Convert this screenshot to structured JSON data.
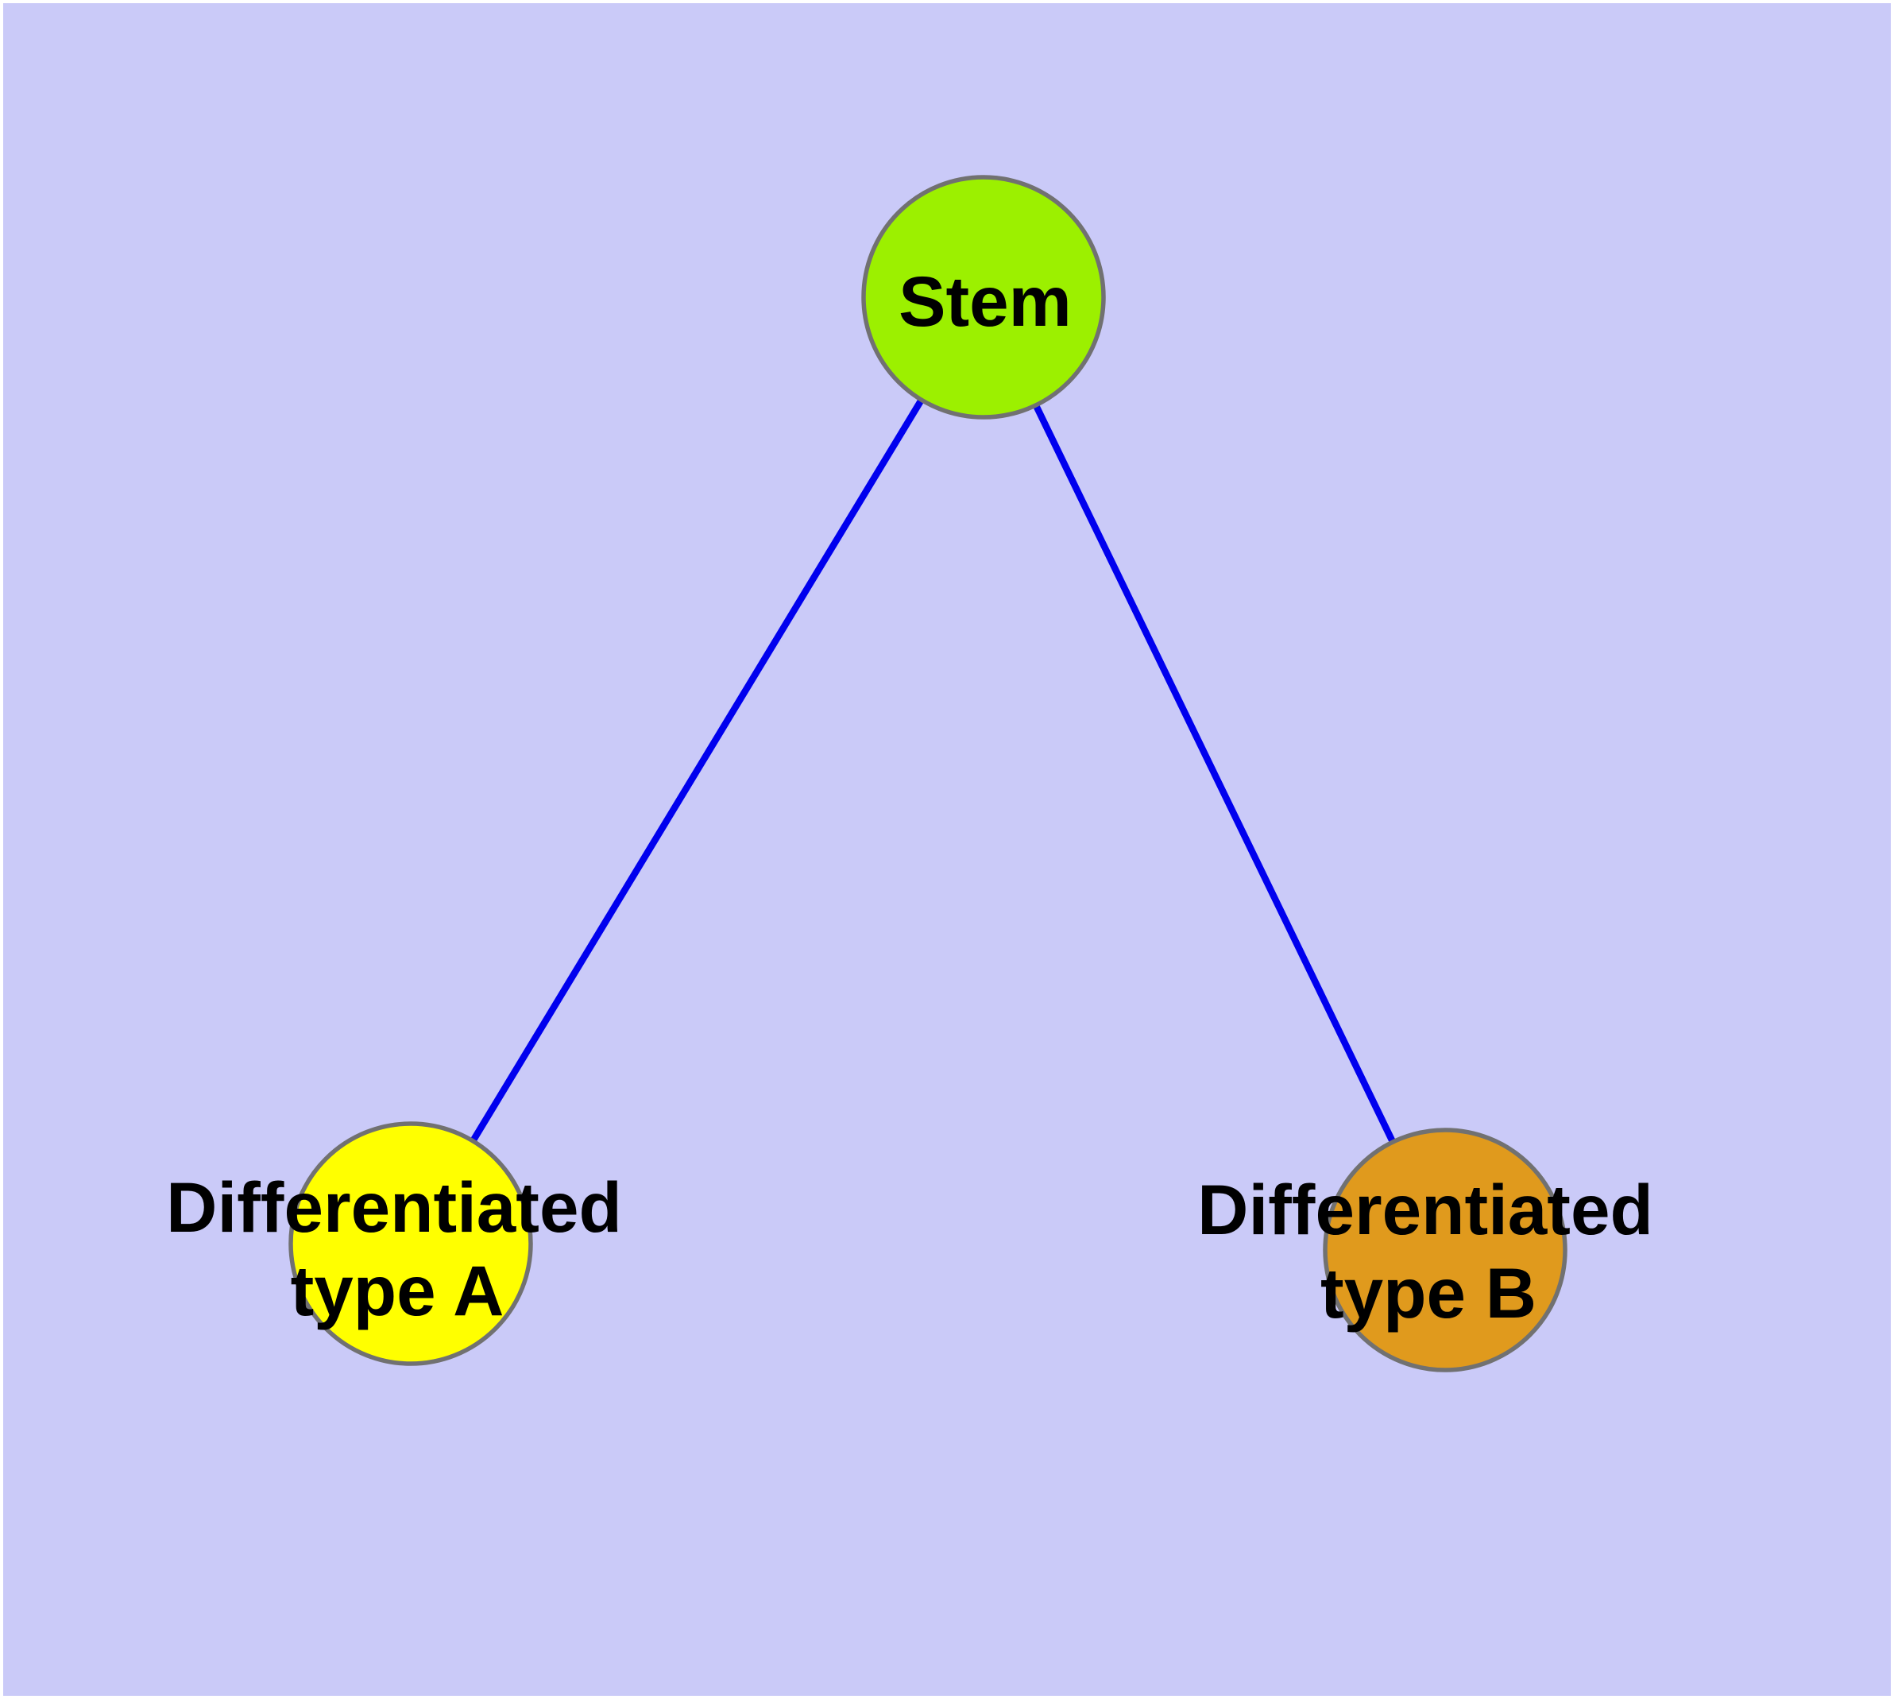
{
  "diagram": {
    "description": "Stem cell differentiation graph: a Stem node connected to two differentiated cell type nodes",
    "colors": {
      "background": "#cacaf8",
      "page_border": "#ffffff",
      "edge": "#0000ee",
      "node_border": "#717171",
      "label_text": "#000000"
    },
    "nodes": {
      "stem": {
        "label": "Stem",
        "fill": "#9cf000"
      },
      "type_a": {
        "label_lines": [
          "Differentiated",
          "type A"
        ],
        "fill": "#ffff00"
      },
      "type_b": {
        "label_lines": [
          "Differentiated",
          "type B"
        ],
        "fill": "#e09a1d"
      }
    },
    "edges": [
      {
        "from": "stem",
        "to": "type_a"
      },
      {
        "from": "stem",
        "to": "type_b"
      }
    ]
  }
}
